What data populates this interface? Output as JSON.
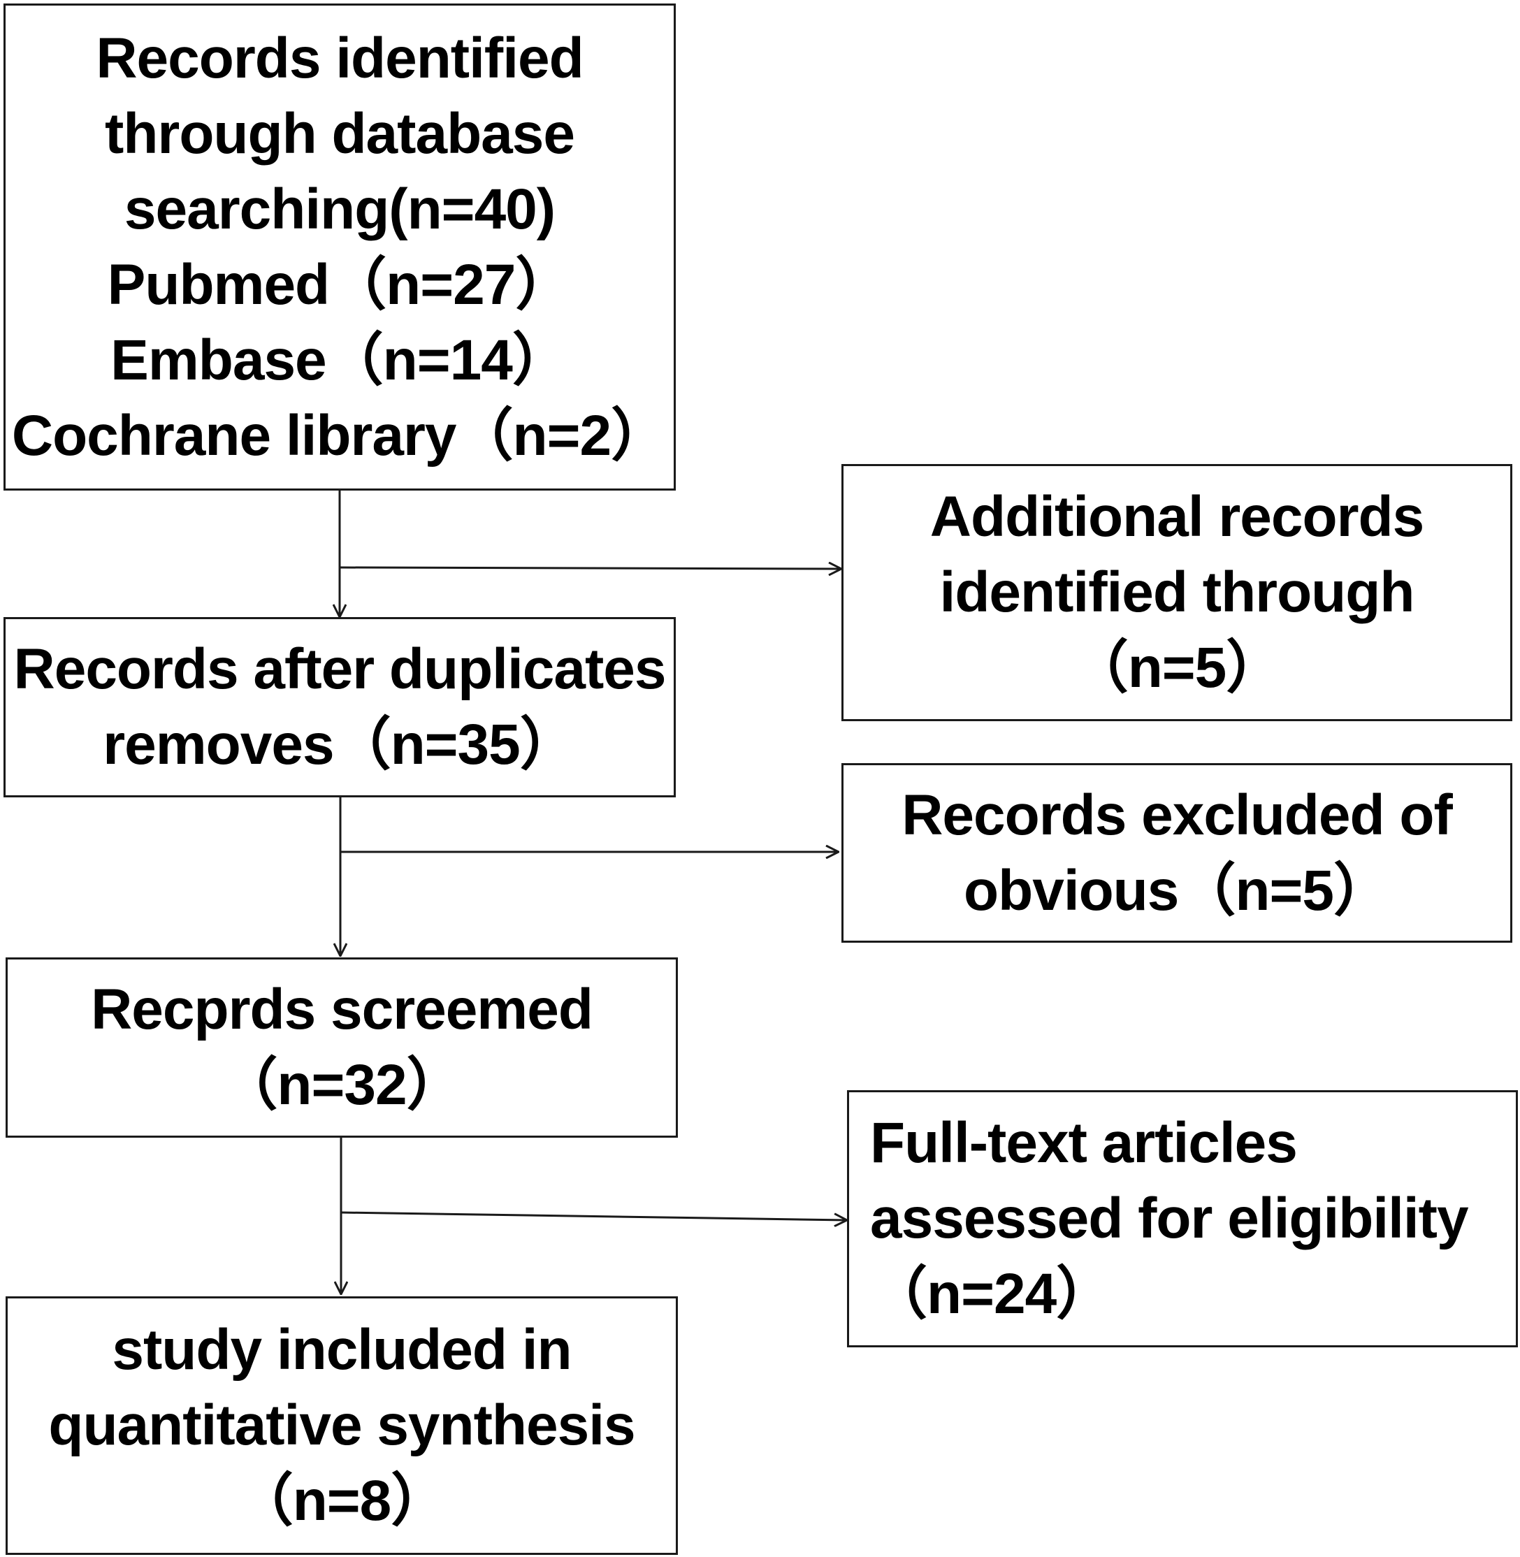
{
  "nodes": {
    "identified": {
      "lines": [
        "Records identified",
        "through database",
        "searching(n=40)",
        "Pubmed（n=27）",
        "Embase（n=14）",
        "Cochrane library（n=2）"
      ]
    },
    "additional": {
      "lines": [
        "Additional records",
        "identified through",
        "（n=5）"
      ]
    },
    "after_duplicates": {
      "lines": [
        "Records after duplicates",
        "removes（n=35）"
      ]
    },
    "excluded": {
      "lines": [
        "Records excluded of",
        "obvious（n=5）"
      ]
    },
    "screened": {
      "lines": [
        "Recprds screemed",
        "（n=32）"
      ]
    },
    "full_text": {
      "lines": [
        "Full-text articles",
        "assessed for eligibility",
        "（n=24）"
      ]
    },
    "included": {
      "lines": [
        "study included in",
        "quantitative synthesis",
        "（n=8）"
      ]
    }
  },
  "edges": [
    {
      "from": "identified",
      "to": "after_duplicates"
    },
    {
      "from": "identified",
      "to": "additional"
    },
    {
      "from": "after_duplicates",
      "to": "screened"
    },
    {
      "from": "after_duplicates",
      "to": "excluded"
    },
    {
      "from": "screened",
      "to": "included"
    },
    {
      "from": "screened",
      "to": "full_text"
    }
  ],
  "colors": {
    "stroke": "#1a1a1a",
    "background": "#ffffff",
    "text": "#000000"
  }
}
